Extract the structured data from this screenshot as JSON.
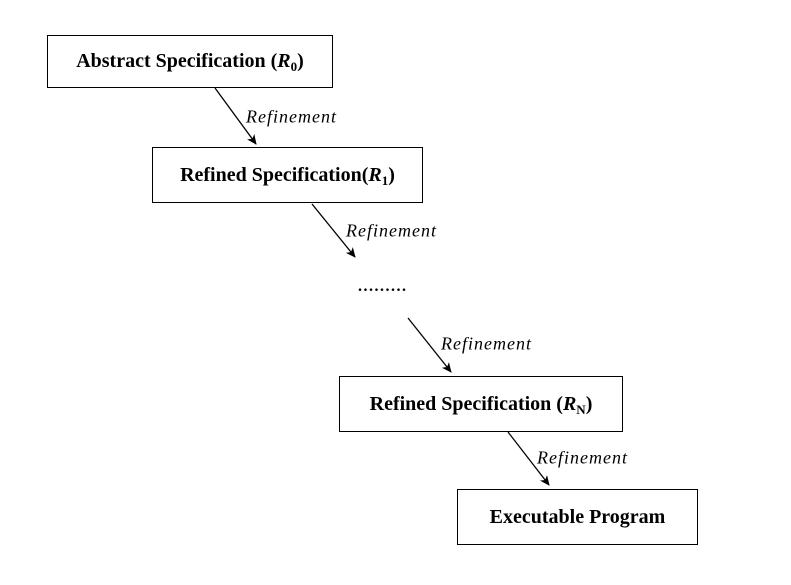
{
  "diagram": {
    "colors": {
      "background": "#ffffff",
      "line": "#000000",
      "text": "#000000"
    },
    "boxes": [
      {
        "text": "Abstract Specification (",
        "var": "R",
        "sub": "0",
        "close": ")"
      },
      {
        "text": "Refined Specification(",
        "var": "R",
        "sub": "1",
        "close": ")"
      },
      {
        "text": "Refined Specification (",
        "var": "R",
        "sub": "N",
        "close": ")"
      },
      {
        "text": "Executable Program",
        "var": "",
        "sub": "",
        "close": ""
      }
    ],
    "edges": [
      {
        "label": "Refinement"
      },
      {
        "label": "Refinement"
      },
      {
        "label": "Refinement"
      },
      {
        "label": "Refinement"
      }
    ],
    "ellipsis": "........."
  }
}
